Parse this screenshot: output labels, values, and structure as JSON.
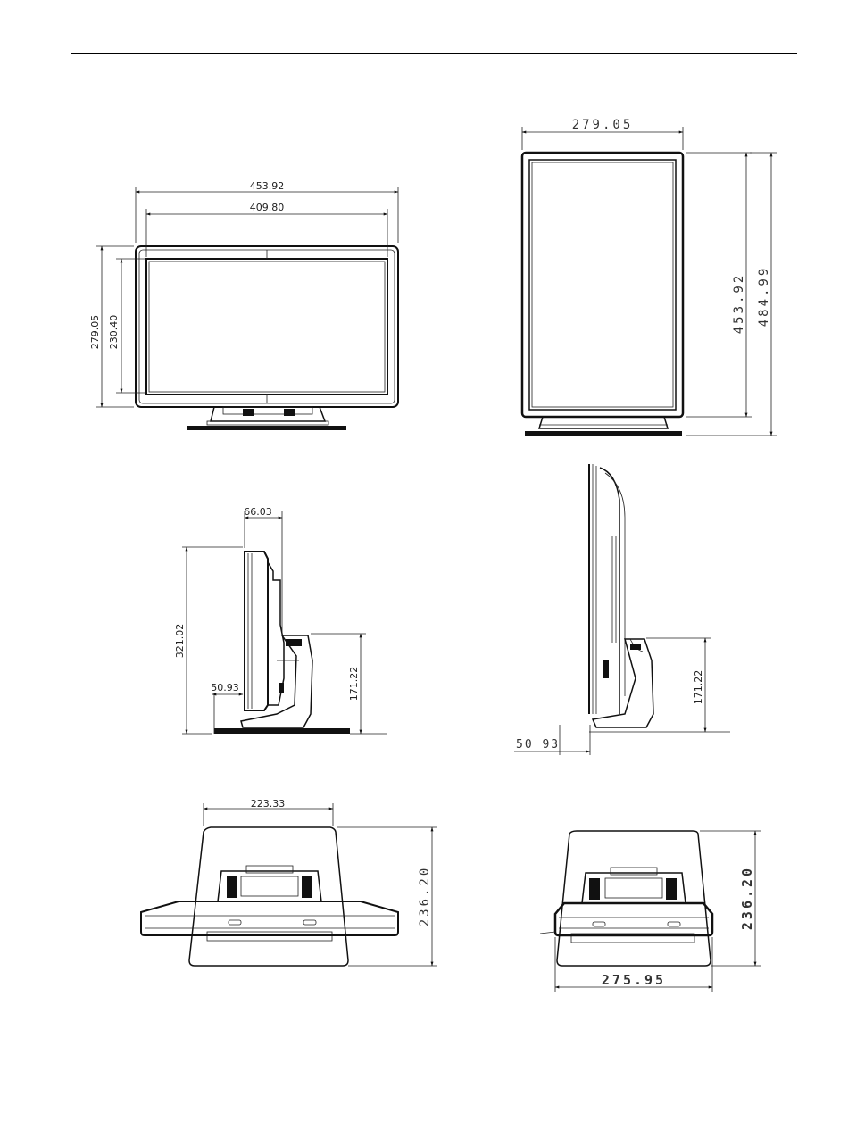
{
  "views": {
    "front_landscape": {
      "width_outer": "453.92",
      "width_inner": "409.80",
      "height_outer": "279.05",
      "height_inner": "230.40"
    },
    "front_portrait": {
      "width": "279.05",
      "height_inner": "453.92",
      "height_outer": "484.99"
    },
    "side_landscape": {
      "depth": "66.03",
      "height": "321.02",
      "foot_offset": "50.93",
      "stand_height": "171.22"
    },
    "side_portrait": {
      "stand_height": "171.22",
      "foot_offset": "50 93"
    },
    "top_landscape": {
      "stand_width": "223.33",
      "depth": "236.20"
    },
    "top_portrait": {
      "depth": "236.20",
      "width": "275.95"
    }
  }
}
